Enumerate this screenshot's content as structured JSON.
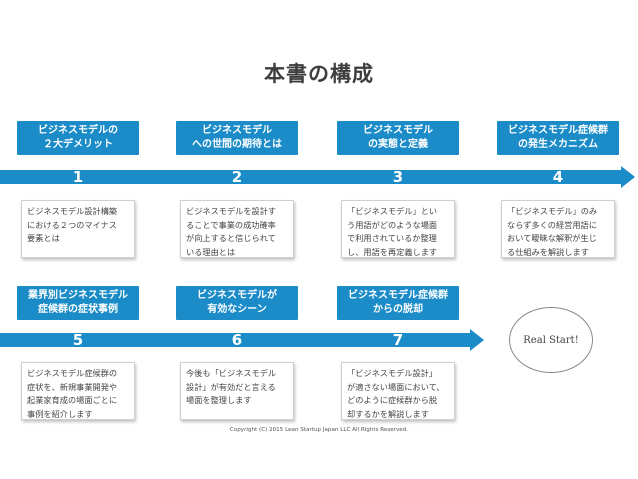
{
  "title": "本書の構成",
  "row1": [
    {
      "header": [
        "ビジネスモデルの",
        "２大デメリット"
      ],
      "num": "1",
      "card": [
        "ビジネスモデル設計構築",
        "における２つのマイナス",
        "要素とは"
      ]
    },
    {
      "header": [
        "ビジネスモデル",
        "への世間の期待とは"
      ],
      "num": "2",
      "card": [
        "ビジネスモデルを設計す",
        "ることで事業の成功確率",
        "が向上すると信じられて",
        "いる理由とは"
      ]
    },
    {
      "header": [
        "ビジネスモデル",
        "の実態と定義"
      ],
      "num": "3",
      "card": [
        "「ビジネスモデル」とい",
        "う用語がどのような場面",
        "で利用されているか整理",
        "し、用語を再定義します"
      ]
    },
    {
      "header": [
        "ビジネスモデル症候群",
        "の発生メカニズム"
      ],
      "num": "4",
      "card": [
        "「ビジネスモデル」のみ",
        "ならず多くの経営用語に",
        "おいて曖昧な解釈が生じ",
        "る仕組みを解説します"
      ]
    }
  ],
  "row2": [
    {
      "header": [
        "業界別ビジネスモデル",
        "症候群の症状事例"
      ],
      "num": "5",
      "card": [
        "ビジネスモデル症候群の",
        "症状を、新規事業開発や",
        "起業家育成の場面ごとに",
        "事例を紹介します"
      ]
    },
    {
      "header": [
        "ビジネスモデルが",
        "有効なシーン"
      ],
      "num": "6",
      "card": [
        "今後も「ビジネスモデル",
        "設計」が有効だと言える",
        "場面を整理します"
      ]
    },
    {
      "header": [
        "ビジネスモデル症候群",
        "からの脱却"
      ],
      "num": "7",
      "card": [
        "「ビジネスモデル設計」",
        "が適さない場面において、",
        "どのように症候群から脱",
        "却するかを解説します"
      ]
    }
  ],
  "start_label": "Real Start!",
  "footer": "Copyright (C) 2015 Lean Startup Japan LLC All Rights Reserved.",
  "colors": {
    "accent": "#1b8cc8"
  }
}
